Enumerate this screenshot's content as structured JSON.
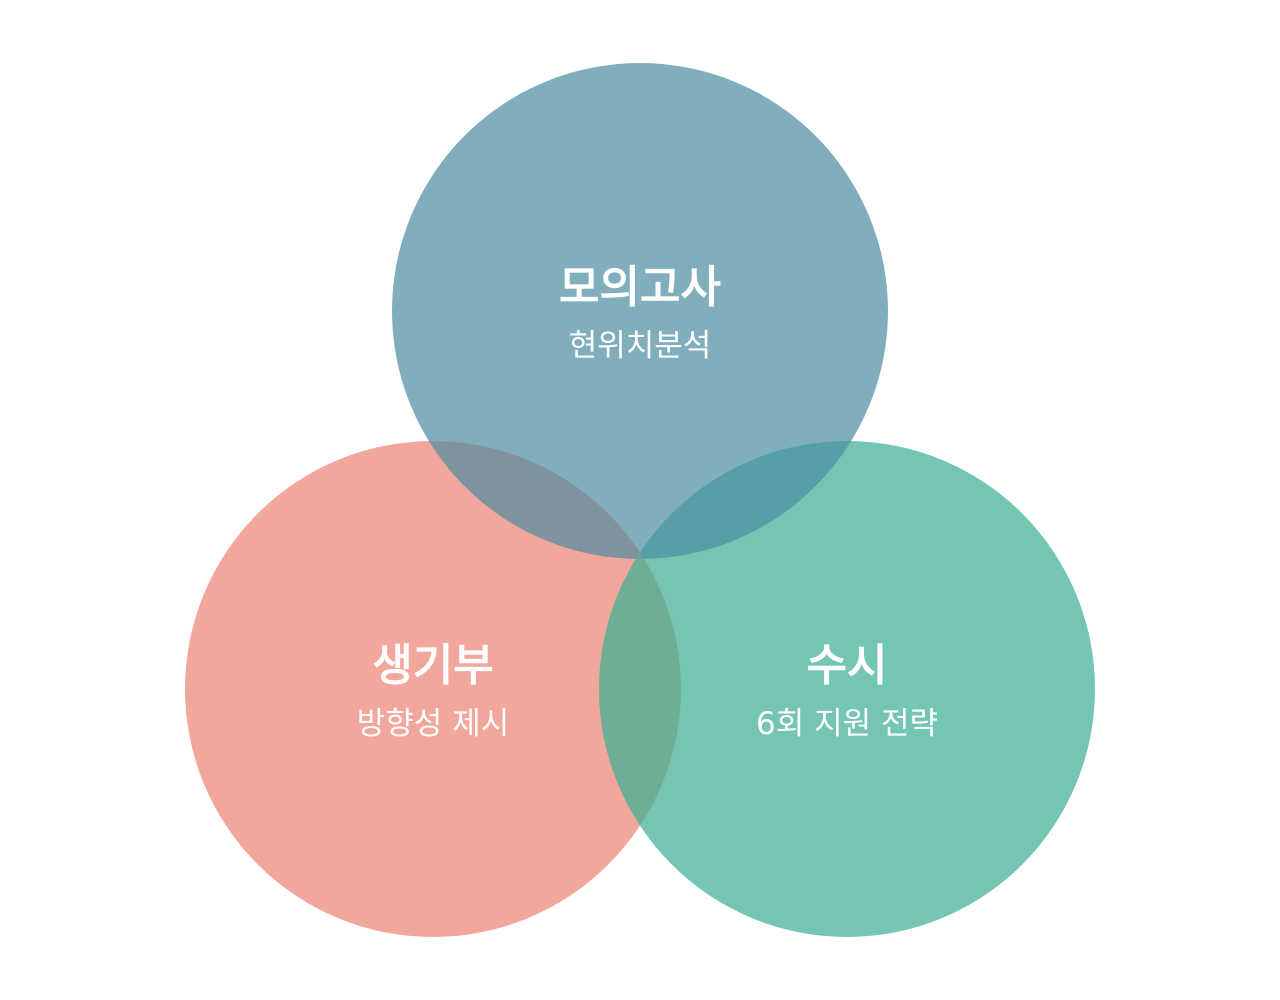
{
  "diagram": {
    "type": "venn-3",
    "circles": [
      {
        "key": "mock_exam",
        "title": "모의고사",
        "subtitle": "현위치분석",
        "color": "#80AEBD"
      },
      {
        "key": "record",
        "title": "생기부",
        "subtitle": "방향성 제시",
        "color": "#F1A79C"
      },
      {
        "key": "susi",
        "title": "수시",
        "subtitle": "6회 지원 전략",
        "color": "#74C5B3"
      }
    ],
    "overlap_colors": {
      "top_left": "#7F939F",
      "top_right": "#579FA8",
      "left_right": "#6FAE95",
      "center": "#6E9FA0"
    }
  }
}
